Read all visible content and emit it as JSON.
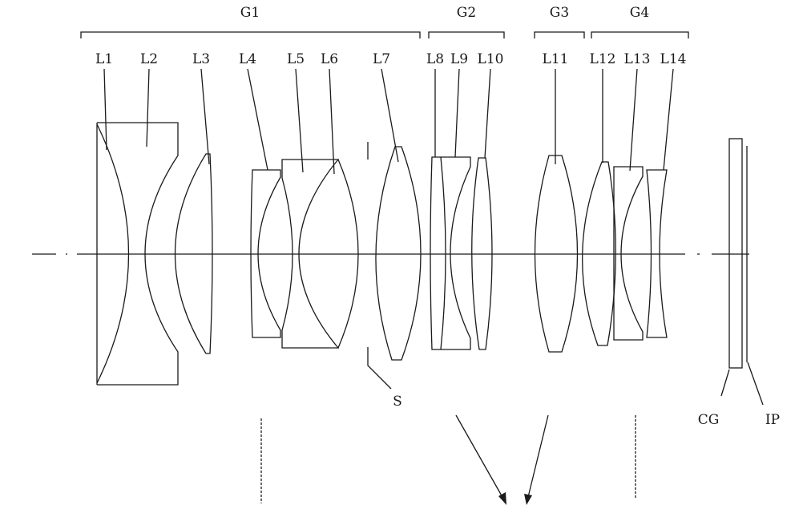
{
  "groups": {
    "g1": "G1",
    "g2": "G2",
    "g3": "G3",
    "g4": "G4"
  },
  "lenses": {
    "l1": "L1",
    "l2": "L2",
    "l3": "L3",
    "l4": "L4",
    "l5": "L5",
    "l6": "L6",
    "l7": "L7",
    "l8": "L8",
    "l9": "L9",
    "l10": "L10",
    "l11": "L11",
    "l12": "L12",
    "l13": "L13",
    "l14": "L14"
  },
  "stop": "S",
  "cover_glass": "CG",
  "image_plane": "IP",
  "colors": {
    "line": "#1a1a1a",
    "background": "#ffffff"
  }
}
